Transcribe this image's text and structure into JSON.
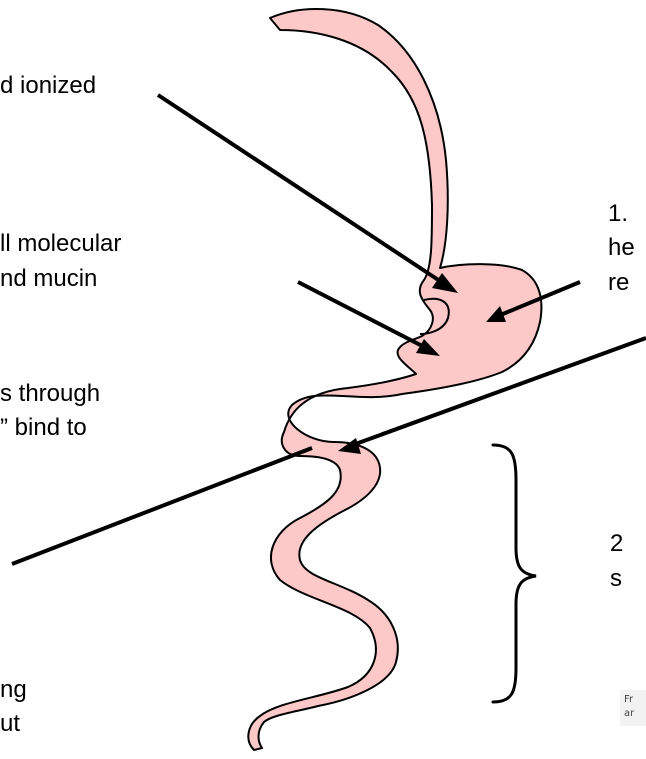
{
  "labels": {
    "ionized": "d ionized",
    "molecular_1": "ll molecular",
    "molecular_2": "nd mucin",
    "through_1": "s through",
    "through_2": "” bind to",
    "ng_1": "ng",
    "ng_2": "ut",
    "right_1a": "1.",
    "right_1b": "he",
    "right_1c": "re",
    "right_2a": "2",
    "right_2b": "s"
  },
  "source": {
    "line1": "Fr",
    "line2": "ar"
  },
  "colors": {
    "gut_fill": "#fcc8c8",
    "outline": "#000000",
    "source_bg": "#f2f2f2"
  }
}
